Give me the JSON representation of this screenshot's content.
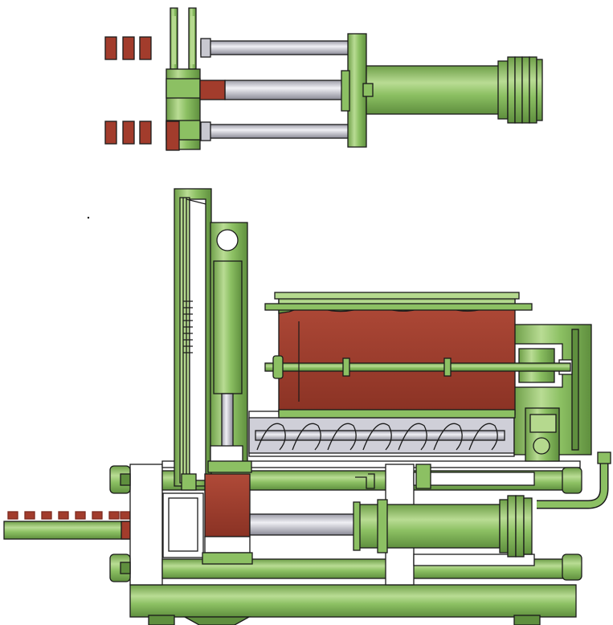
{
  "colors": {
    "frame_green": "#8cc063",
    "frame_green_light": "#b5d98e",
    "frame_green_dark": "#5f8f3e",
    "material_red": "#a23c2c",
    "material_red_dark": "#7d2a1f",
    "rod_gray": "#c8c8d0",
    "rod_gray_light": "#ececf2",
    "outline": "#1a1a1a",
    "background": "#ffffff"
  },
  "components": [
    "top-view-press",
    "side-view-press",
    "hopper",
    "feed-screw",
    "agitator-shaft",
    "ram-cylinder",
    "vertical-cutter",
    "output-conveyor",
    "product-pieces",
    "drive-gearbox",
    "hydraulic-pipe",
    "base-frame"
  ]
}
